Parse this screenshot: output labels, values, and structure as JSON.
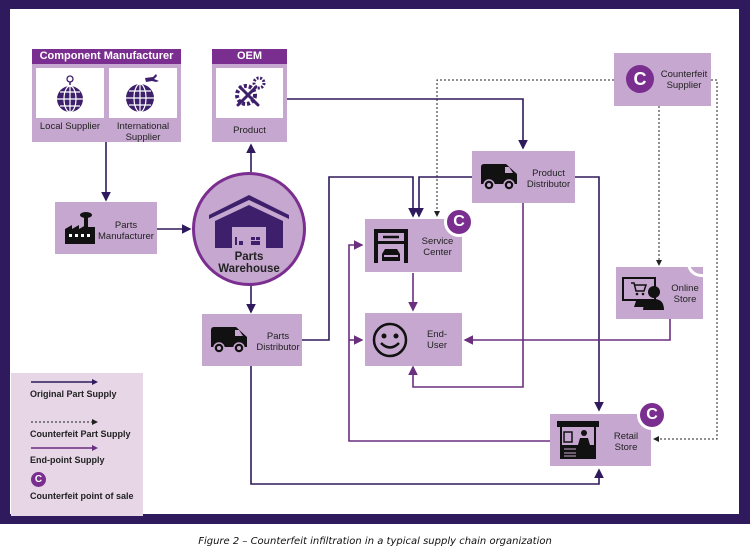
{
  "colors": {
    "frame": "#2e1a5c",
    "node_fill": "#c6a7cf",
    "header_fill": "#7a2e8f",
    "badge": "#7a2e8f",
    "original_supply": "#2e1a5c",
    "endpoint_supply": "#6b2f80",
    "legend_fill": "#e6d6e6"
  },
  "nodes": {
    "component_manufacturer": {
      "header": "Component Manufacturer",
      "local_supplier": "Local Supplier",
      "international_supplier": "International Supplier"
    },
    "oem": {
      "header": "OEM",
      "product": "Product"
    },
    "parts_manufacturer": "Parts Manufacturer",
    "parts_warehouse": "Parts Warehouse",
    "parts_distributor": "Parts Distributor",
    "product_distributor": "Product Distributor",
    "service_center": "Service Center",
    "end_user": "End-User",
    "counterfeit_supplier": "Counterfeit Supplier",
    "online_store": "Online Store",
    "retail_store": "Retail Store"
  },
  "badge_letter": "C",
  "legend": {
    "original": "Original Part Supply",
    "counterfeit": "Counterfeit Part Supply",
    "endpoint": "End-point Supply",
    "point_of_sale": "Counterfeit point of sale"
  },
  "caption": "Figure 2 – Counterfeit infiltration in a typical supply chain organization"
}
